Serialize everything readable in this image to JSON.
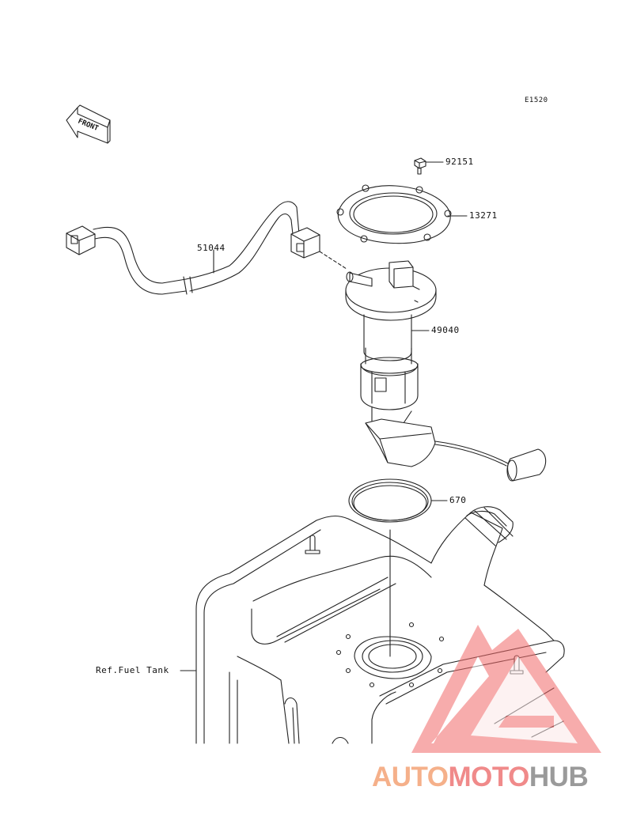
{
  "diagram": {
    "code": "E1520",
    "front_label": "FRONT",
    "parts": [
      {
        "number": "92151"
      },
      {
        "number": "13271"
      },
      {
        "number": "51044"
      },
      {
        "number": "49040"
      },
      {
        "number": "670"
      }
    ],
    "reference": "Ref.Fuel Tank"
  },
  "watermark": {
    "part1": "AUTO",
    "part2": "MOTO",
    "part3": "HUB",
    "colors": {
      "part1": "#f5b08a",
      "part2": "#f08a8a",
      "part3": "#9a9a9a",
      "logo": "#f26a6a"
    }
  }
}
